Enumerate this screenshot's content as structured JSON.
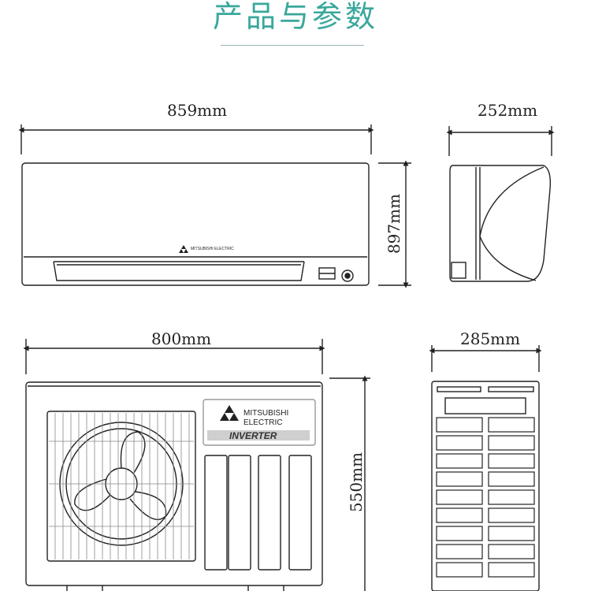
{
  "title": "产品与参数",
  "indoor_unit": {
    "width_label": "859mm",
    "height_label": "897mm",
    "depth_label": "252mm",
    "logo_text": "MITSUBISHI ELECTRIC"
  },
  "outdoor_unit": {
    "width_label": "800mm",
    "height_label": "550mm",
    "depth_label": "285mm",
    "brand_line1": "MITSUBISHI",
    "brand_line2": "ELECTRIC",
    "badge": "INVERTER"
  },
  "colors": {
    "title": "#3aa79c",
    "line": "#222222"
  }
}
